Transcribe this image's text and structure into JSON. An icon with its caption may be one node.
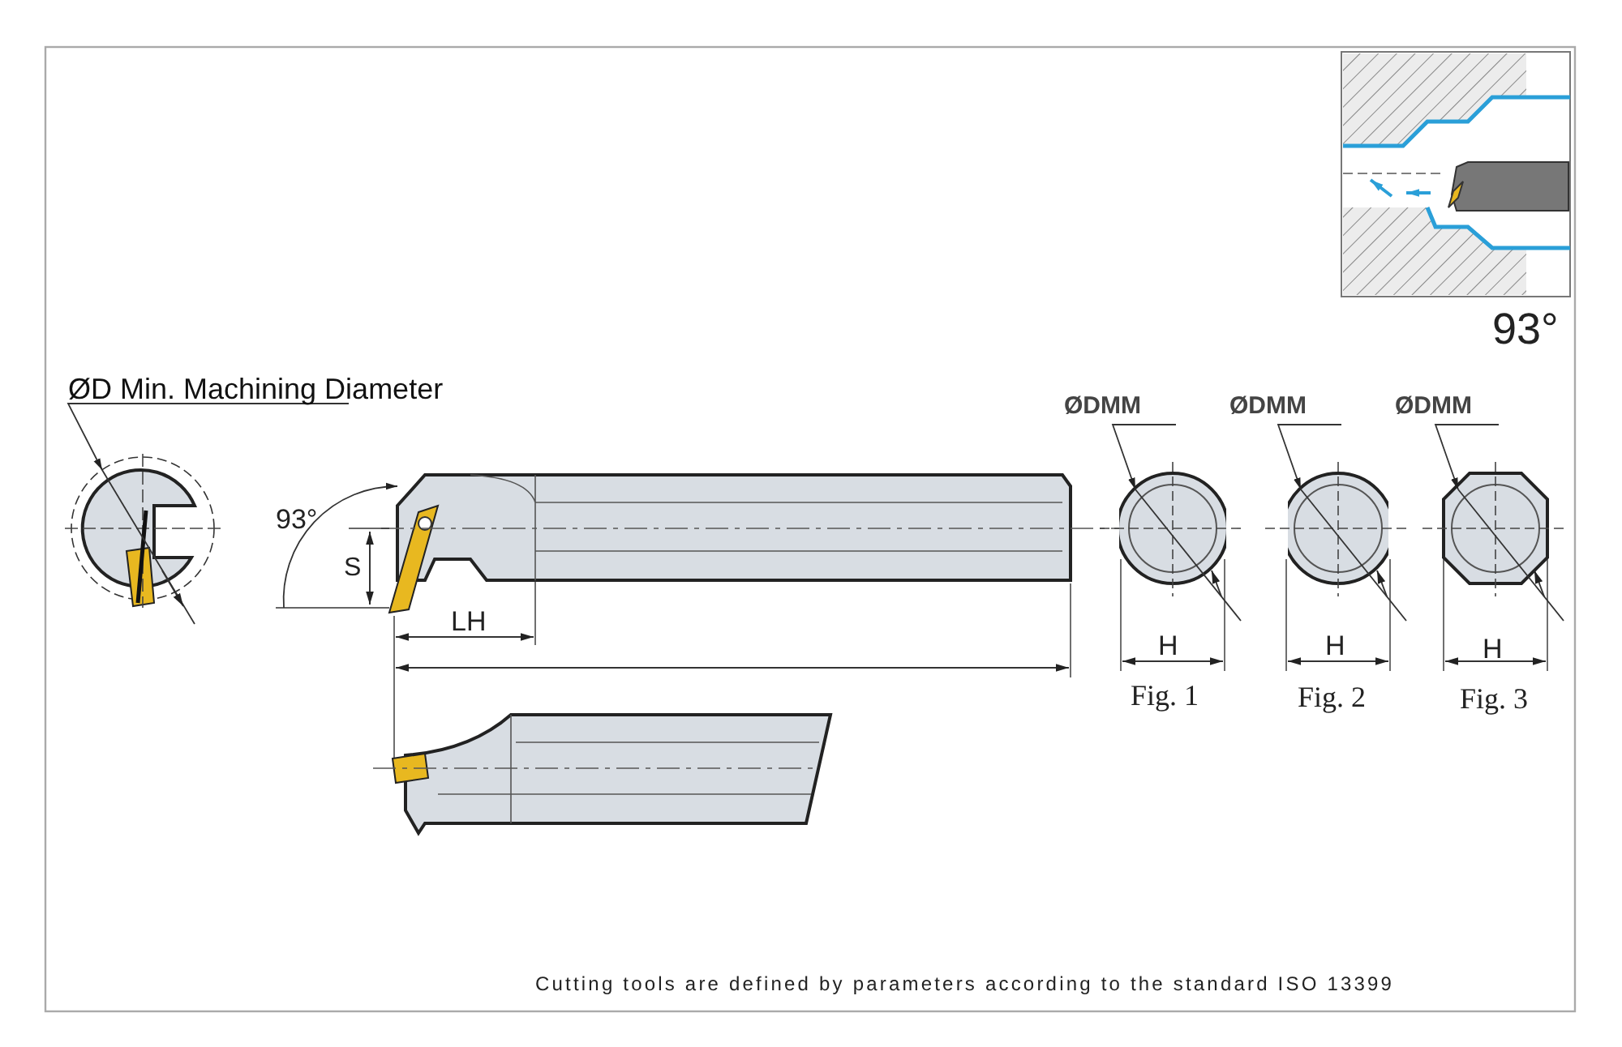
{
  "diagram": {
    "nodes": [
      {
        "text": [
          "ØD Min. Machining Diameter"
        ]
      },
      {
        "text": [],
        "shape": "picture"
      }
    ],
    "edges": [
      {
        "from": 0,
        "to": 1,
        "arrow": "to"
      }
    ],
    "labels": [
      "93°",
      "ØDMM",
      "ØDMM",
      "ØDMM",
      "93°",
      "S",
      "LH",
      "H",
      "H",
      "H",
      "Fig. 1",
      "Fig. 2",
      "Fig. 3",
      "Cutting tools are defined by parameters according to the standard ISO 13399"
    ]
  }
}
